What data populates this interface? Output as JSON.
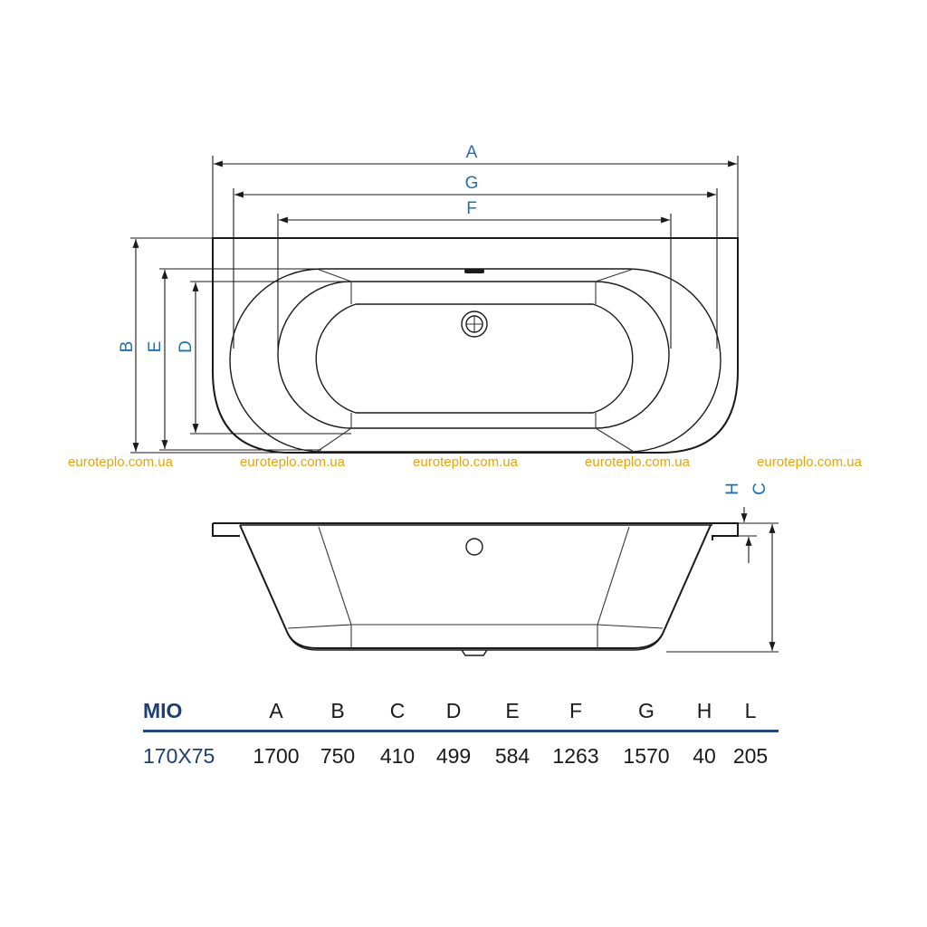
{
  "watermark": {
    "text": "euroteplo.com.ua",
    "color": "#e8a400"
  },
  "dimension_labels": {
    "A": "A",
    "G": "G",
    "F": "F",
    "B": "B",
    "E": "E",
    "D": "D",
    "H": "H",
    "C": "C"
  },
  "label_color": "#1f6fb4",
  "table": {
    "model_header": "MIO",
    "columns": [
      "A",
      "B",
      "C",
      "D",
      "E",
      "F",
      "G",
      "H",
      "L"
    ],
    "rows": [
      {
        "model": "170X75",
        "values": [
          "1700",
          "750",
          "410",
          "499",
          "584",
          "1263",
          "1570",
          "40",
          "205"
        ]
      }
    ],
    "header_rule_color": "#1c4a86"
  }
}
